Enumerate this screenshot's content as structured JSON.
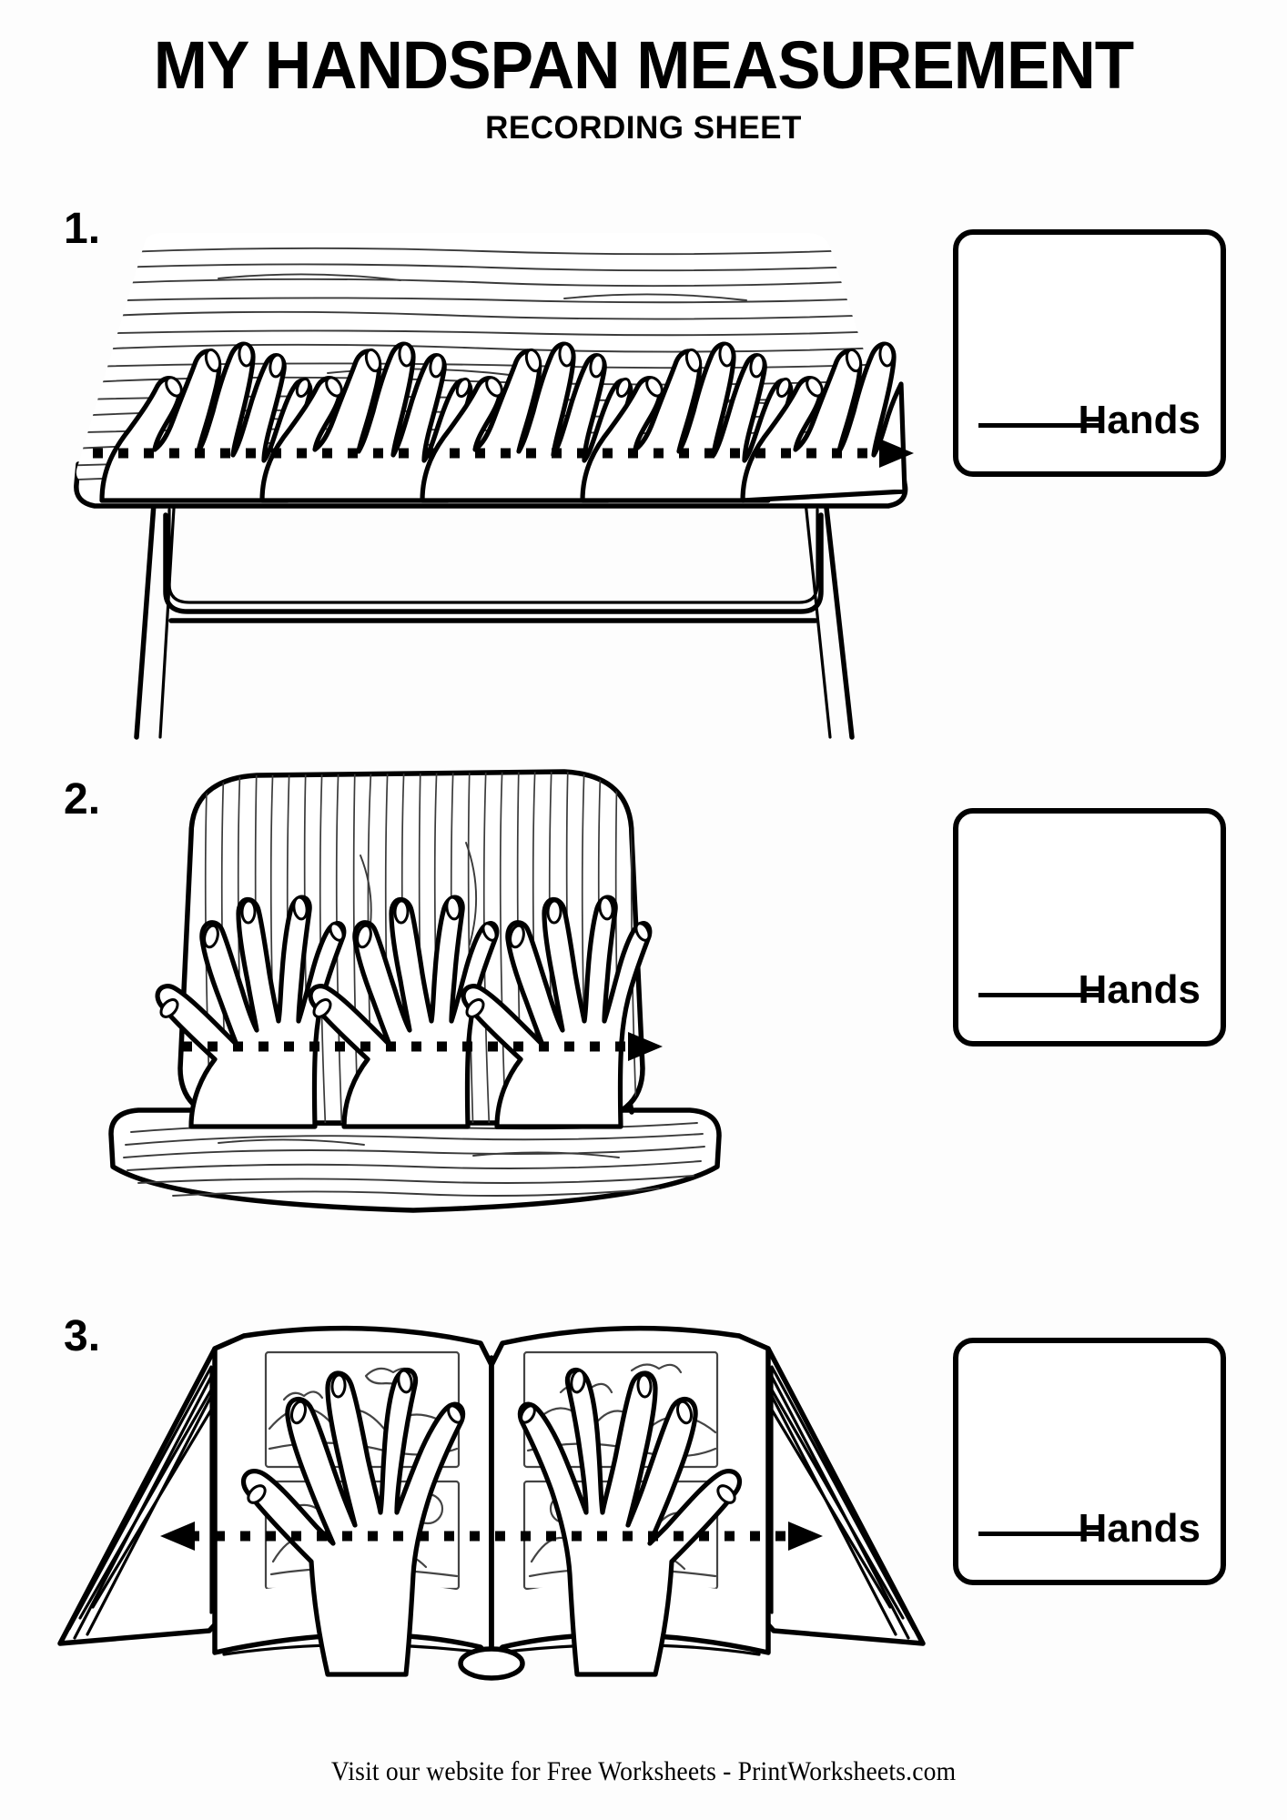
{
  "header": {
    "title": "MY HANDSPAN MEASUREMENT",
    "subtitle": "RECORDING SHEET"
  },
  "items": [
    {
      "number": "1.",
      "object": "school-desk",
      "answer": {
        "label": "Hands",
        "value": "",
        "blank_line": true
      }
    },
    {
      "number": "2.",
      "object": "chair",
      "answer": {
        "label": "Hands",
        "value": "",
        "blank_line": true
      }
    },
    {
      "number": "3.",
      "object": "open-book",
      "answer": {
        "label": "Hands",
        "value": "",
        "blank_line": true
      }
    }
  ],
  "footer": {
    "text": "Visit our website for Free Worksheets - PrintWorksheets.com"
  },
  "colors": {
    "ink": "#000000",
    "paper": "#ffffff",
    "grain": "#3a3a3a"
  }
}
